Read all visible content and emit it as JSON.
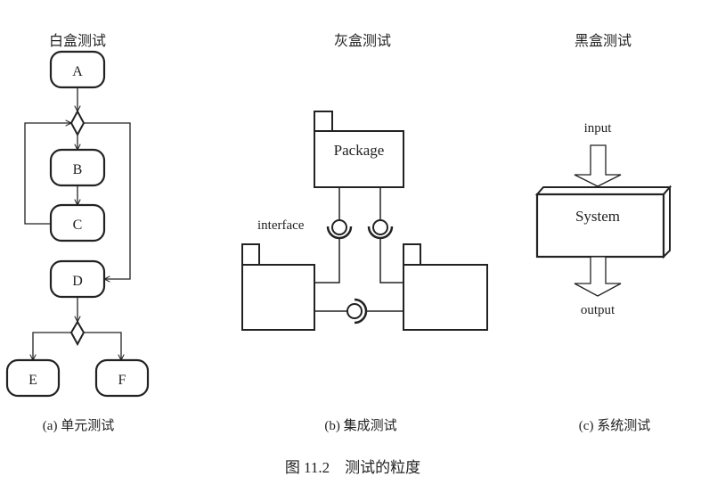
{
  "panels": {
    "white_box": {
      "heading": "白盒测试",
      "caption": "(a) 单元测试",
      "nodes": [
        "A",
        "B",
        "C",
        "D",
        "E",
        "F"
      ]
    },
    "gray_box": {
      "heading": "灰盒测试",
      "caption": "(b) 集成测试",
      "package_label": "Package",
      "interface_label": "interface"
    },
    "black_box": {
      "heading": "黑盒测试",
      "caption": "(c) 系统测试",
      "system_label": "System",
      "input_label": "input",
      "output_label": "output"
    }
  },
  "figure_caption": "图 11.2　测试的粒度"
}
